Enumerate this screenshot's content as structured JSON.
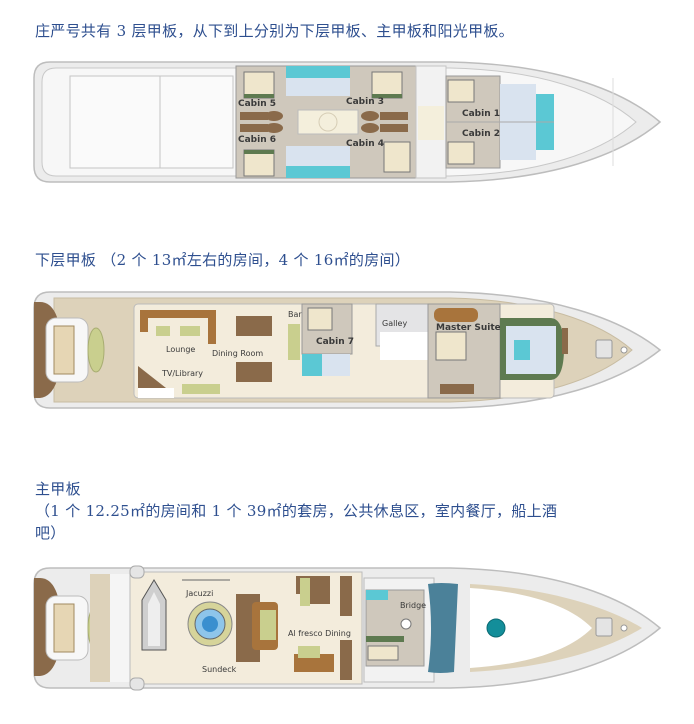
{
  "intro": {
    "text": "庄严号共有 3 层甲板，从下到上分别为下层甲板、主甲板和阳光甲板。"
  },
  "decks": [
    {
      "id": "lower-deck-plan",
      "caption": "",
      "rooms": [
        "Cabin 5",
        "Cabin 6",
        "Cabin 3",
        "Cabin 4",
        "Cabin 1",
        "Cabin 2"
      ]
    },
    {
      "id": "main-deck-plan",
      "caption": "下层甲板 （2 个 13㎡左右的房间，4 个 16㎡的房间）",
      "rooms": [
        "Lounge",
        "Dining Room",
        "TV/Library",
        "Bar",
        "Cabin 7",
        "Galley",
        "Master Suite"
      ]
    },
    {
      "id": "sun-deck-plan",
      "caption_line1": "主甲板",
      "caption_line2": "（1 个 12.25㎡的房间和 1 个 39㎡的套房，公共休息区，室内餐厅，船上酒",
      "caption_line3": "吧）",
      "rooms": [
        "Jacuzzi",
        "Sundeck",
        "Al fresco Dining",
        "Bridge"
      ]
    }
  ],
  "colors": {
    "caption_text": "#2e4f8f",
    "hull": "#e8e8e8",
    "hull_outline": "#bdbdbd",
    "deck_floor": "#f3ecdc",
    "teak": "#d9ccb0",
    "cabin_floor": "#cfc8bc",
    "bath_blue": "#5bc8d4",
    "bath_floor": "#d9e3ef",
    "sofa_brown": "#a8743c",
    "cushion_green": "#c9cf8e",
    "table_brown": "#8a6a4a",
    "dark_green": "#5e7a50",
    "windscreen": "#4b8199",
    "jacuzzi_blue": "#3a8fcf"
  }
}
